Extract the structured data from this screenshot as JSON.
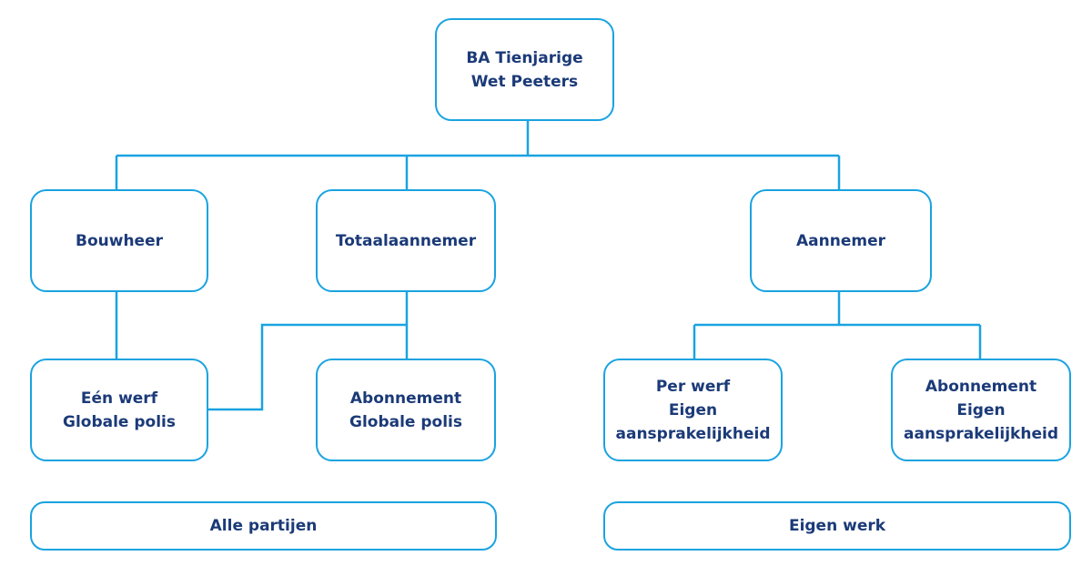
{
  "diagram": {
    "root": {
      "label": "BA Tienjarige\nWet Peeters"
    },
    "level1": {
      "bouwheer": "Bouwheer",
      "totaalaannemer": "Totaalaannemer",
      "aannemer": "Aannemer"
    },
    "level2": {
      "een_werf": "Eén werf\nGlobale polis",
      "abonnement_globale": "Abonnement\nGlobale polis",
      "per_werf": "Per werf\nEigen\naansprakelijkheid",
      "abonnement_eigen": "Abonnement\nEigen\naansprakelijkheid"
    },
    "groups": {
      "alle_partijen": "Alle partijen",
      "eigen_werk": "Eigen werk"
    },
    "colors": {
      "border": "#1aa3e0",
      "text": "#1b3a78",
      "background": "#ffffff"
    }
  }
}
